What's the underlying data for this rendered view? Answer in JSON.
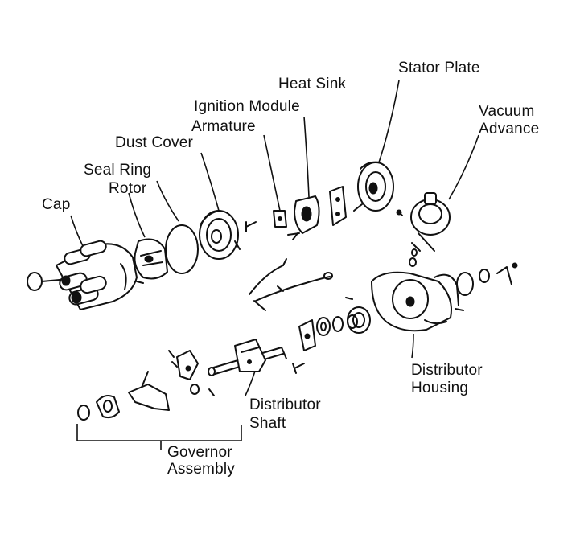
{
  "labels": {
    "cap": "Cap",
    "rotor": "Rotor",
    "seal_ring": "Seal Ring",
    "dust_cover": "Dust Cover",
    "armature": "Armature",
    "ignition_module": "Ignition Module",
    "heat_sink": "Heat Sink",
    "stator_plate": "Stator Plate",
    "vacuum_advance_line1": "Vacuum",
    "vacuum_advance_line2": "Advance",
    "distributor_housing_line1": "Distributor",
    "distributor_housing_line2": "Housing",
    "distributor_shaft_line1": "Distributor",
    "distributor_shaft_line2": "Shaft",
    "governor_assembly_line1": "Governor",
    "governor_assembly_line2": "Assembly"
  }
}
